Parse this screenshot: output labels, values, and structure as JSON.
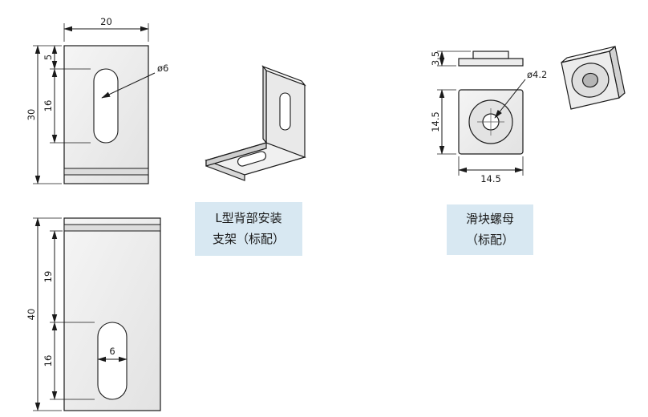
{
  "colors": {
    "line": "#1a1a1a",
    "metal_light": "#f5f5f5",
    "metal_dark": "#e2e2e2",
    "label_bg": "#d8e8f2",
    "text": "#1a1a1a"
  },
  "bracket_front": {
    "dim_width": "20",
    "dim_height": "30",
    "dim_top_offset": "5",
    "dim_slot_length": "16",
    "dim_hole": "ø6"
  },
  "bracket_bottom": {
    "dim_height": "40",
    "dim_upper": "19",
    "dim_slot_length": "16",
    "dim_slot_width": "6"
  },
  "bracket_label": {
    "line1": "L型背部安装",
    "line2": "支架（标配）"
  },
  "nut": {
    "dim_thickness": "3.5",
    "dim_side": "14.5",
    "dim_bottom": "14.5",
    "dim_hole": "ø4.2"
  },
  "nut_label": {
    "line1": "滑块螺母",
    "line2": "（标配）"
  }
}
